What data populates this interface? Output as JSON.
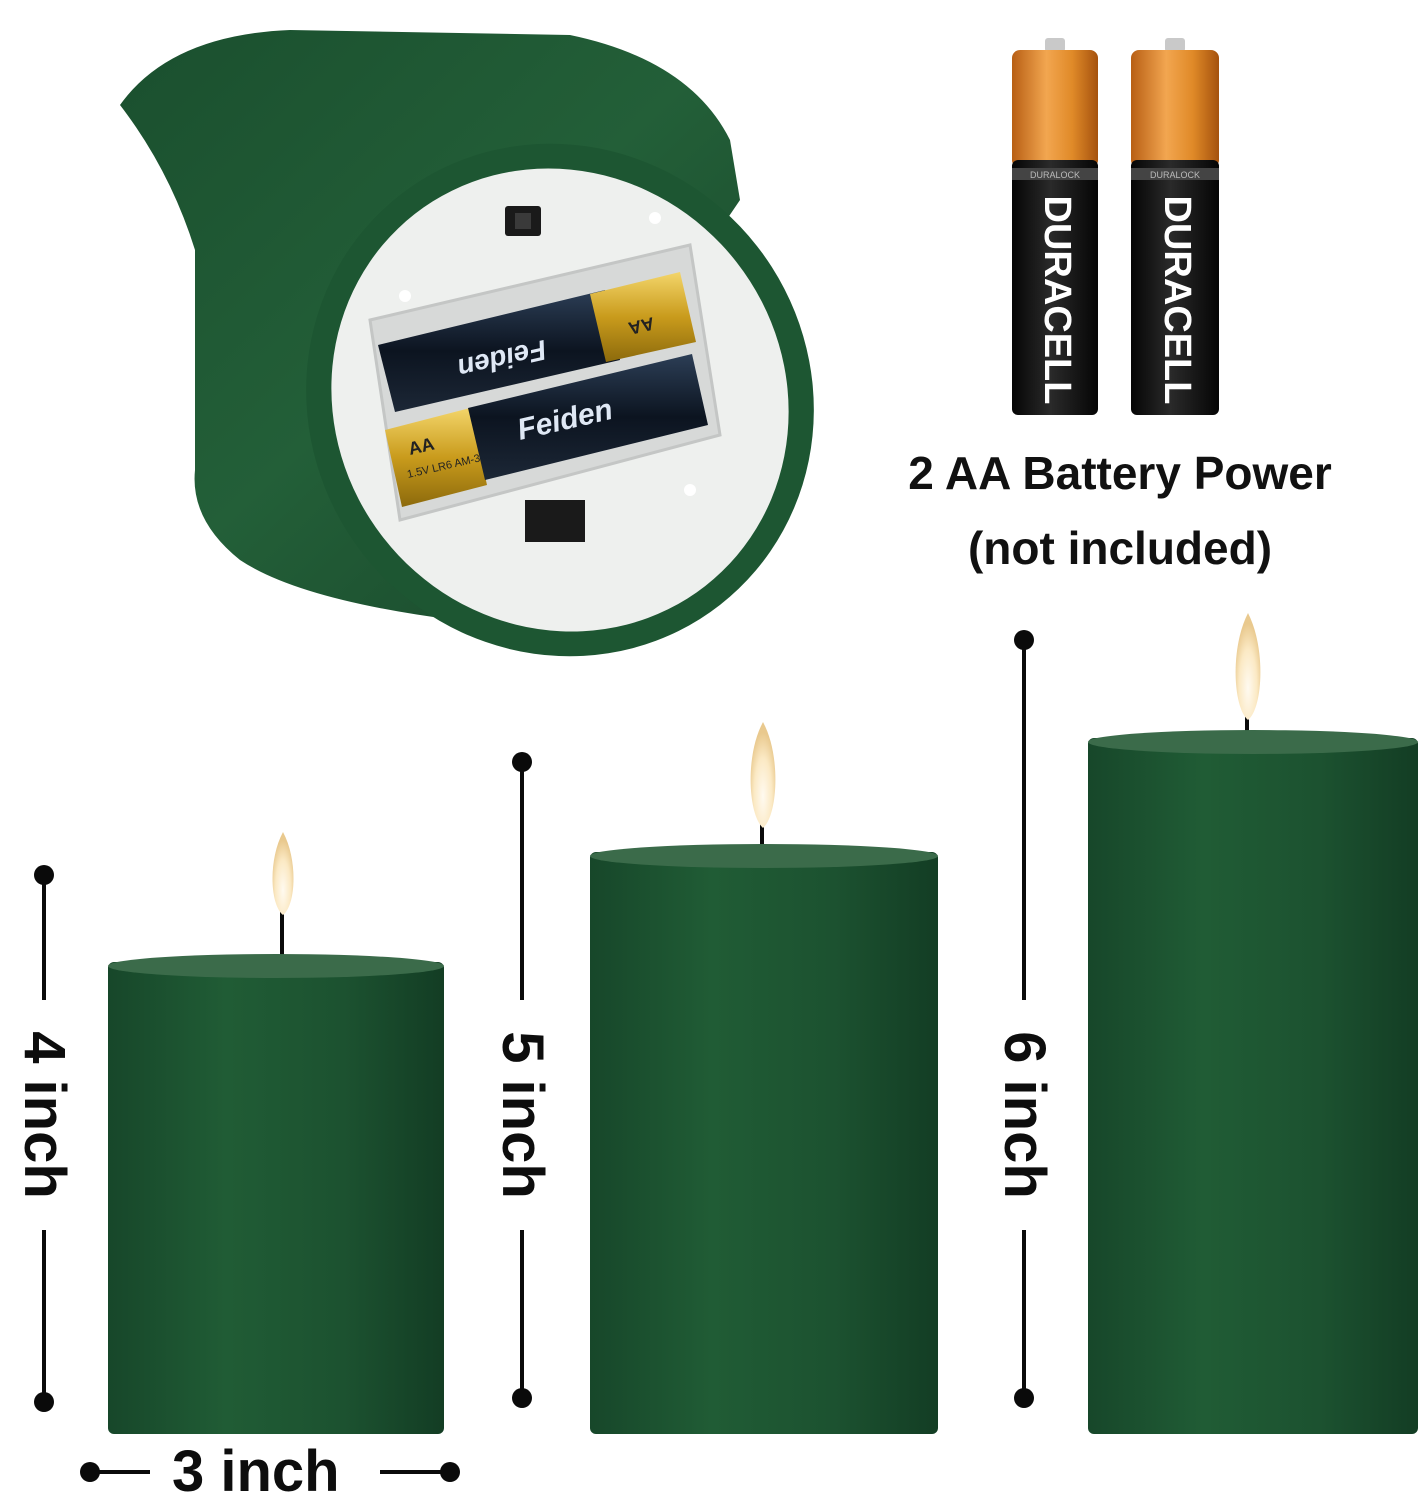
{
  "caption": {
    "line1": "2 AA Battery Power",
    "line2": "(not included)"
  },
  "dimensions": {
    "small_height": "4 inch",
    "medium_height": "5 inch",
    "large_height": "6 inch",
    "width": "3 inch"
  },
  "battery_brand": {
    "brand": "DURACELL",
    "subbrand": "DURALOCK"
  },
  "installed_batteries": {
    "size_label": "AA",
    "brand": "Feiden",
    "spec": "1.5V LR6 AM-3"
  },
  "colors": {
    "candle_green": "#1e5a33",
    "battery_copper": "#e8902a",
    "battery_black": "#141414"
  }
}
